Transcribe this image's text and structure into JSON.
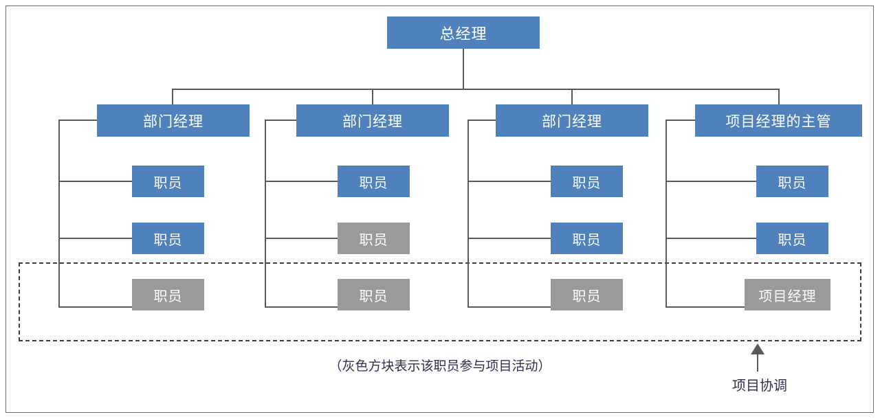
{
  "diagram": {
    "title_node": {
      "label": "总经理",
      "color": "#4f81bd"
    },
    "legend_blue": "#4f81bd",
    "legend_gray": "#9a9a9a",
    "caption": "（灰色方块表示该职员参与项目活动）",
    "annotation": {
      "label": "项目协调",
      "arrow": "up-arrow-icon"
    },
    "columns": [
      {
        "manager": {
          "label": "部门经理",
          "color": "#4f81bd"
        },
        "rows": [
          {
            "label": "职员",
            "color": "#4f81bd"
          },
          {
            "label": "职员",
            "color": "#4f81bd"
          },
          {
            "label": "职员",
            "color": "#9a9a9a"
          }
        ]
      },
      {
        "manager": {
          "label": "部门经理",
          "color": "#4f81bd"
        },
        "rows": [
          {
            "label": "职员",
            "color": "#4f81bd"
          },
          {
            "label": "职员",
            "color": "#9a9a9a"
          },
          {
            "label": "职员",
            "color": "#9a9a9a"
          }
        ]
      },
      {
        "manager": {
          "label": "部门经理",
          "color": "#4f81bd"
        },
        "rows": [
          {
            "label": "职员",
            "color": "#4f81bd"
          },
          {
            "label": "职员",
            "color": "#4f81bd"
          },
          {
            "label": "职员",
            "color": "#9a9a9a"
          }
        ]
      },
      {
        "manager": {
          "label": "项目经理的主管",
          "color": "#4f81bd"
        },
        "rows": [
          {
            "label": "职员",
            "color": "#4f81bd"
          },
          {
            "label": "职员",
            "color": "#4f81bd"
          },
          {
            "label": "项目经理",
            "color": "#9a9a9a"
          }
        ]
      }
    ]
  }
}
